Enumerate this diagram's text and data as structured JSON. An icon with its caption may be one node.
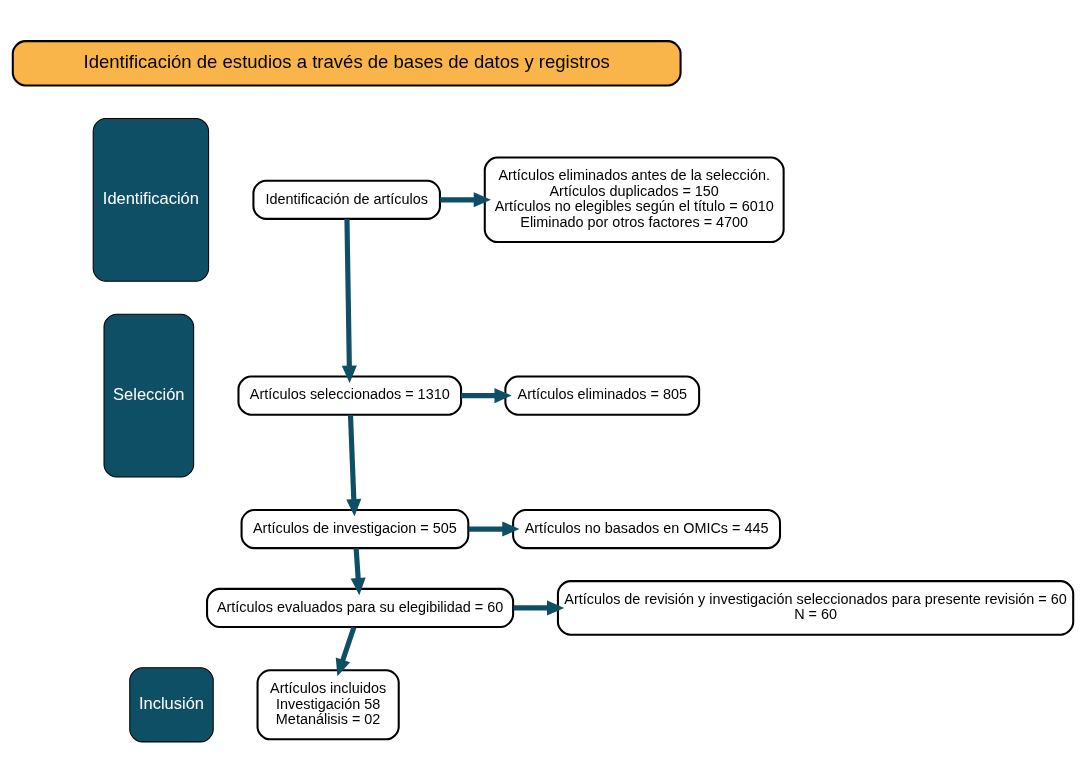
{
  "diagram": {
    "nodes": [
      {
        "text": [
          "Identificación de estudios a través de bases de datos y registros"
        ]
      },
      {
        "text": [
          "Identificación"
        ]
      },
      {
        "text": [
          "Selección"
        ]
      },
      {
        "text": [
          "Inclusión"
        ]
      },
      {
        "text": [
          "Identificación de artículos"
        ]
      },
      {
        "text": [
          "Artículos eliminados antes de la selección.",
          "Artículos duplicados = 150",
          "Artículos no elegibles según el título = 6010",
          "Eliminado por otros factores = 4700"
        ]
      },
      {
        "text": [
          "Artículos seleccionados = 1310"
        ]
      },
      {
        "text": [
          "Artículos eliminados = 805"
        ]
      },
      {
        "text": [
          "Artículos de investigacion = 505"
        ]
      },
      {
        "text": [
          "Artículos no basados en OMICs = 445"
        ]
      },
      {
        "text": [
          "Artículos evaluados para su elegibilidad = 60"
        ]
      },
      {
        "text": [
          "Artículos de revisión y investigación seleccionados para presente revisión = 60",
          "N = 60"
        ]
      },
      {
        "text": [
          "Artículos incluidos",
          "Investigación 58",
          "Metanálisis = 02"
        ]
      }
    ],
    "edges": [
      {
        "from": 4,
        "to": 5,
        "arrow": "to"
      },
      {
        "from": 4,
        "to": 6,
        "arrow": "to"
      },
      {
        "from": 6,
        "to": 7,
        "arrow": "to"
      },
      {
        "from": 6,
        "to": 8,
        "arrow": "to"
      },
      {
        "from": 8,
        "to": 9,
        "arrow": "to"
      },
      {
        "from": 8,
        "to": 10,
        "arrow": "to"
      },
      {
        "from": 10,
        "to": 11,
        "arrow": "to"
      },
      {
        "from": 10,
        "to": 12,
        "arrow": "to"
      }
    ]
  }
}
